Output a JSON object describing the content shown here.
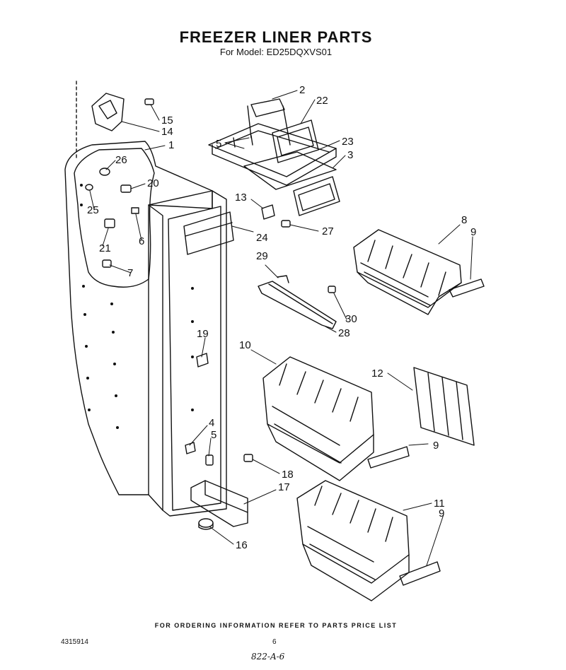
{
  "header": {
    "title": "FREEZER LINER PARTS",
    "subtitle": "For Model: ED25DQXVS01"
  },
  "callouts": {
    "c1": "1",
    "c2": "2",
    "c3": "3",
    "c4": "4",
    "c5a": "5",
    "c5b": "5",
    "c6": "6",
    "c7": "7",
    "c8": "8",
    "c9a": "9",
    "c9b": "9",
    "c9c": "9",
    "c10": "10",
    "c11": "11",
    "c12": "12",
    "c13": "13",
    "c14": "14",
    "c15": "15",
    "c16": "16",
    "c17": "17",
    "c18": "18",
    "c19": "19",
    "c20": "20",
    "c21": "21",
    "c22": "22",
    "c23": "23",
    "c24": "24",
    "c25": "25",
    "c26": "26",
    "c27": "27",
    "c28": "28",
    "c29": "29",
    "c30": "30"
  },
  "footer": {
    "ordering_note": "FOR ORDERING INFORMATION REFER TO PARTS PRICE LIST",
    "doc_number": "4315914",
    "page_number": "6",
    "handwritten_note": "822-A-6"
  }
}
